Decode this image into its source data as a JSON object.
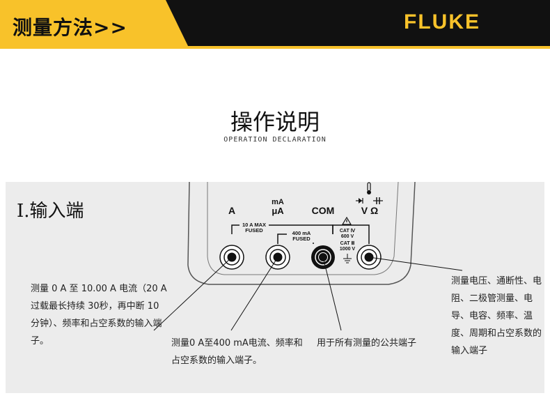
{
  "banner": {
    "title": "测量方法>>",
    "brand": "FLUKE",
    "colors": {
      "yellow": "#f8c22a",
      "black": "#111111"
    }
  },
  "section": {
    "title": "操作说明",
    "subtitle": "OPERATION DECLARATION"
  },
  "panel": {
    "heading": "I.输入端"
  },
  "terminals": {
    "a": {
      "label": "A"
    },
    "ma": {
      "label_top": "mA",
      "label_bottom": "μA"
    },
    "com": {
      "label": "COM"
    },
    "v": {
      "label": "V Ω",
      "icon": "diode-capacitor-thermometer-icon"
    },
    "fuse_a": {
      "line1": "10 A MAX",
      "line2": "FUSED"
    },
    "fuse_ma": {
      "line1": "400 mA",
      "line2": "FUSED"
    },
    "cat": {
      "line1": "CAT Ⅳ",
      "line2": "600 V",
      "line3": "CAT Ⅲ",
      "line4": "1000 V"
    }
  },
  "notes": {
    "current_a": "测量 0 A 至 10.00 A 电流（20 A 过载最长持续 30秒，再中断 10 分钟）、频率和占空系数的输入端子。",
    "current_ma": "测量0 A至400 mA电流、频率和占空系数的输入端子。",
    "common": "用于所有测量的公共端子",
    "voltage": "测量电压、通断性、电阻、二极管测量、电导、电容、频率、温度、周期和占空系数的输入端子"
  }
}
